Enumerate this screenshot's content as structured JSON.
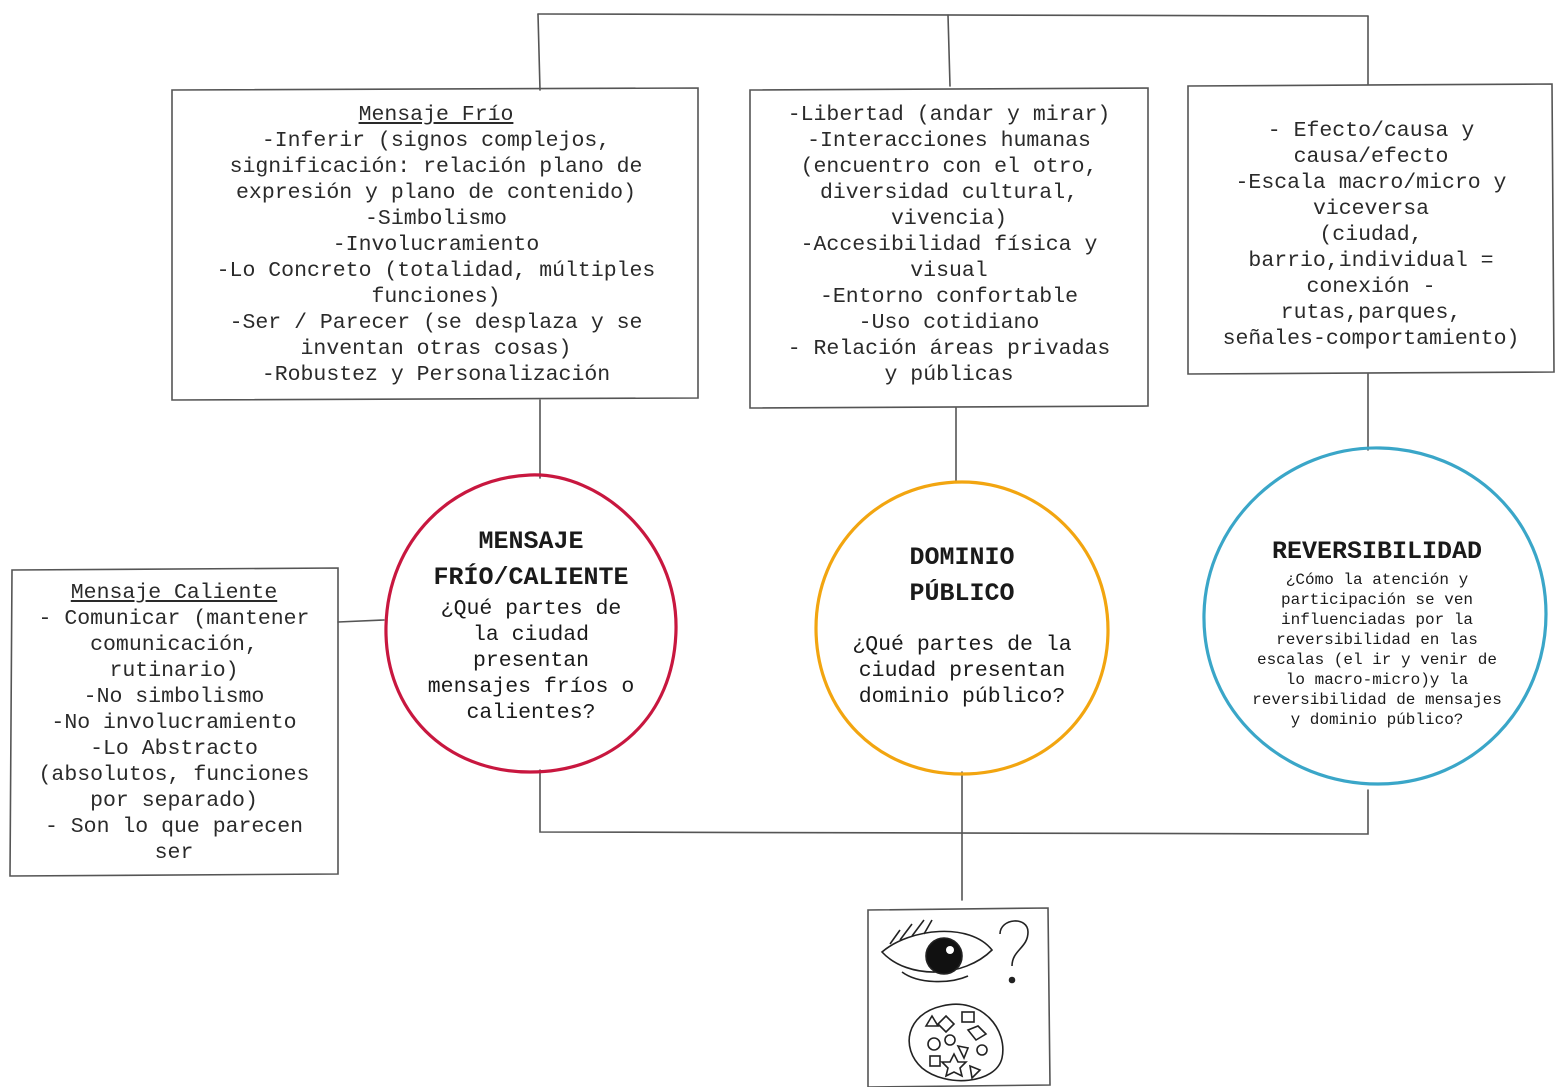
{
  "boxes": {
    "cold": {
      "heading": "Mensaje Frío",
      "lines": [
        "-Inferir (signos complejos,",
        "significación: relación plano de",
        "expresión y plano de contenido)",
        "-Simbolismo",
        "-Involucramiento",
        "-Lo Concreto (totalidad, múltiples",
        "funciones)",
        "-Ser / Parecer (se desplaza y se",
        "inventan otras cosas)",
        "-Robustez y Personalización"
      ]
    },
    "public": {
      "lines": [
        "-Libertad (andar y mirar)",
        "-Interacciones humanas",
        "(encuentro con el otro,",
        "diversidad cultural,",
        "vivencia)",
        "-Accesibilidad física y",
        "visual",
        "-Entorno confortable",
        "-Uso cotidiano",
        "- Relación áreas privadas",
        "y públicas"
      ]
    },
    "reversible": {
      "lines": [
        "- Efecto/causa y",
        "causa/efecto",
        "-Escala macro/micro y",
        "viceversa",
        "(ciudad,",
        "barrio,individual =",
        "conexión -",
        "rutas,parques,",
        "señales-comportamiento)"
      ]
    },
    "hot": {
      "heading": "Mensaje Caliente",
      "lines": [
        "- Comunicar (mantener",
        "comunicación,",
        "rutinario)",
        "-No simbolismo",
        "-No involucramiento",
        "-Lo Abstracto",
        "(absolutos, funciones",
        "por separado)",
        "- Son lo que parecen",
        "ser"
      ]
    }
  },
  "circles": {
    "message": {
      "title_lines": [
        "MENSAJE",
        "FRÍO/CALIENTE"
      ],
      "question_lines": [
        "¿Qué partes de",
        "la ciudad",
        "presentan",
        "mensajes fríos o",
        "calientes?"
      ],
      "color": "#c8173f"
    },
    "domain": {
      "title_lines": [
        "DOMINIO",
        "PÚBLICO"
      ],
      "question_lines": [
        "¿Qué partes de la",
        "ciudad presentan",
        "dominio público?"
      ],
      "color": "#f2a510"
    },
    "reversibility": {
      "title_lines": [
        "REVERSIBILIDAD"
      ],
      "question_lines": [
        "¿Cómo la atención y",
        "participación se ven",
        "influenciadas por la",
        "reversibilidad en las",
        "escalas (el ir y venir de",
        "lo macro-micro)y la",
        "reversibilidad de mensajes",
        "y dominio público?"
      ],
      "color": "#3aa6c8"
    }
  },
  "sketch": {
    "icons": [
      "eye-icon",
      "question-mark-icon",
      "shapes-cluster-icon"
    ]
  }
}
